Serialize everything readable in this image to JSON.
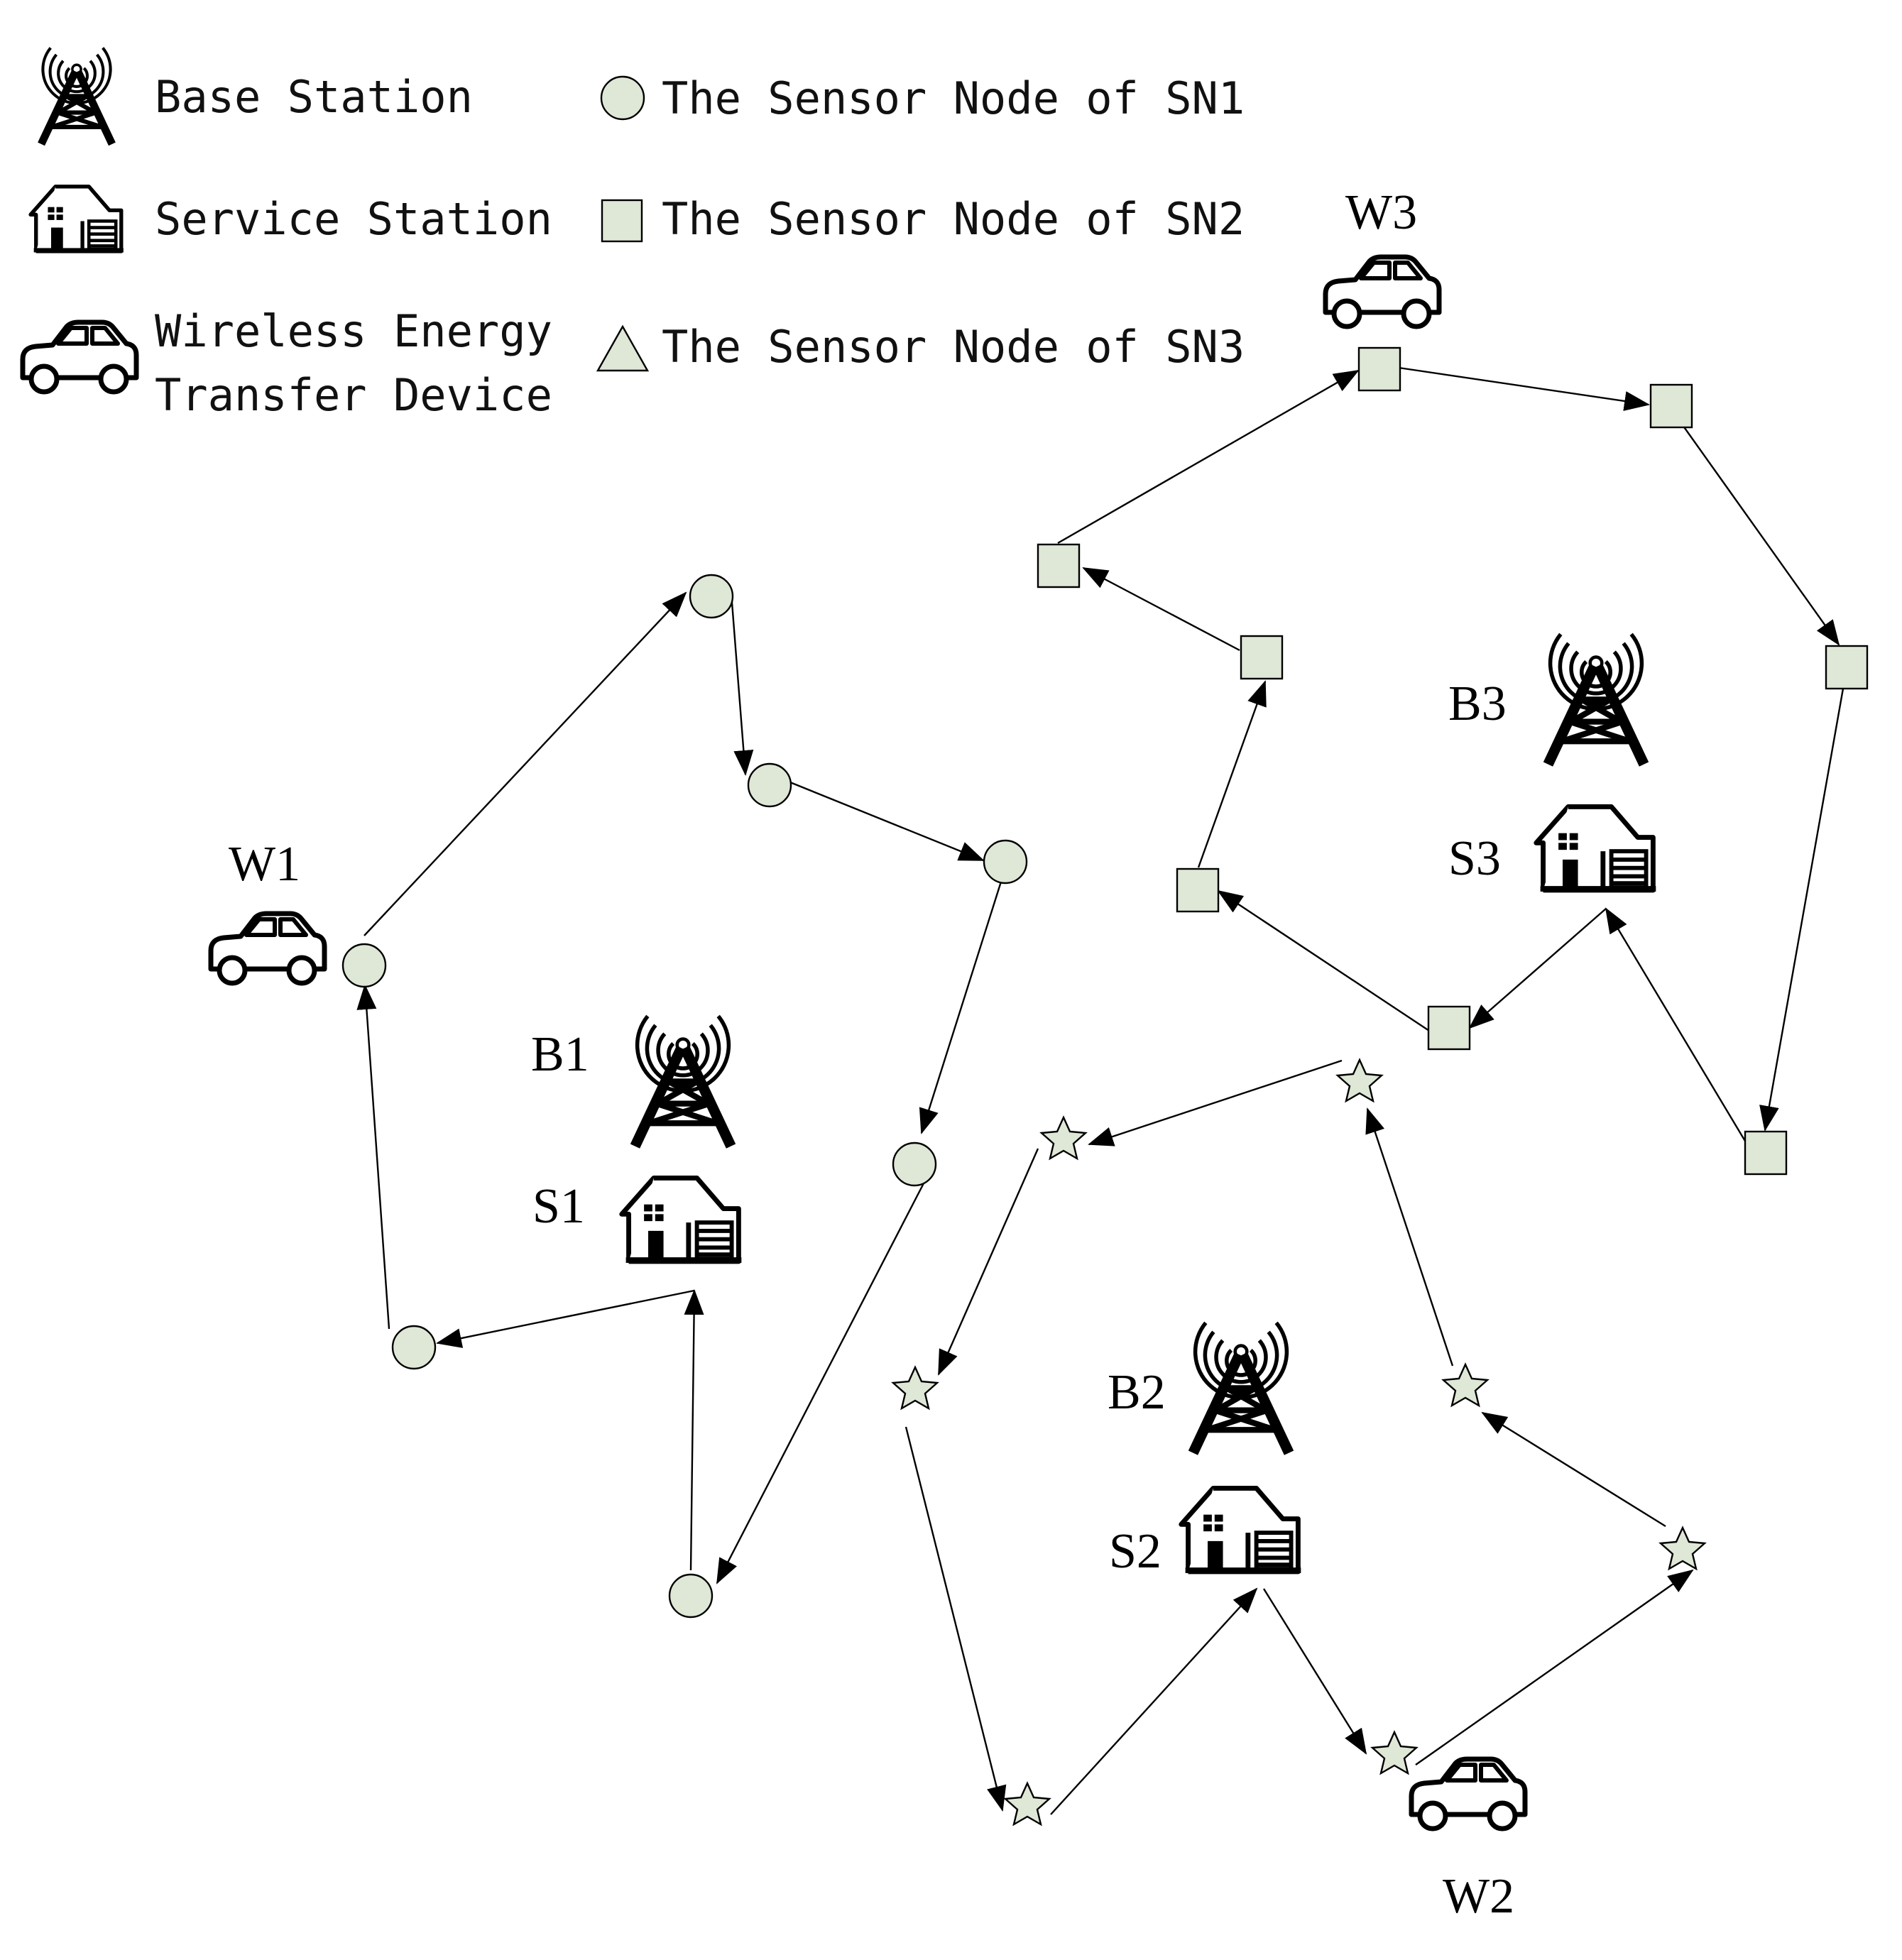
{
  "legend": [
    {
      "icon": "base-station-icon",
      "lines": [
        "Base Station"
      ]
    },
    {
      "icon": "service-station-icon",
      "lines": [
        "Service Station"
      ]
    },
    {
      "icon": "car-icon",
      "lines": [
        "Wireless Energy",
        "Transfer Device"
      ]
    },
    {
      "icon": "circle-node-icon",
      "lines": [
        "The Sensor Node of SN1"
      ]
    },
    {
      "icon": "square-node-icon",
      "lines": [
        "The Sensor Node of SN2"
      ]
    },
    {
      "icon": "triangle-node-icon",
      "lines": [
        "The Sensor Node of SN3"
      ]
    }
  ],
  "labels": {
    "B1": "B1",
    "S1": "S1",
    "W1": "W1",
    "B2": "B2",
    "S2": "S2",
    "W2": "W2",
    "B3": "B3",
    "S3": "S3",
    "W3": "W3"
  },
  "colors": {
    "node_fill": "#dfe7d6",
    "stroke": "#000000"
  }
}
